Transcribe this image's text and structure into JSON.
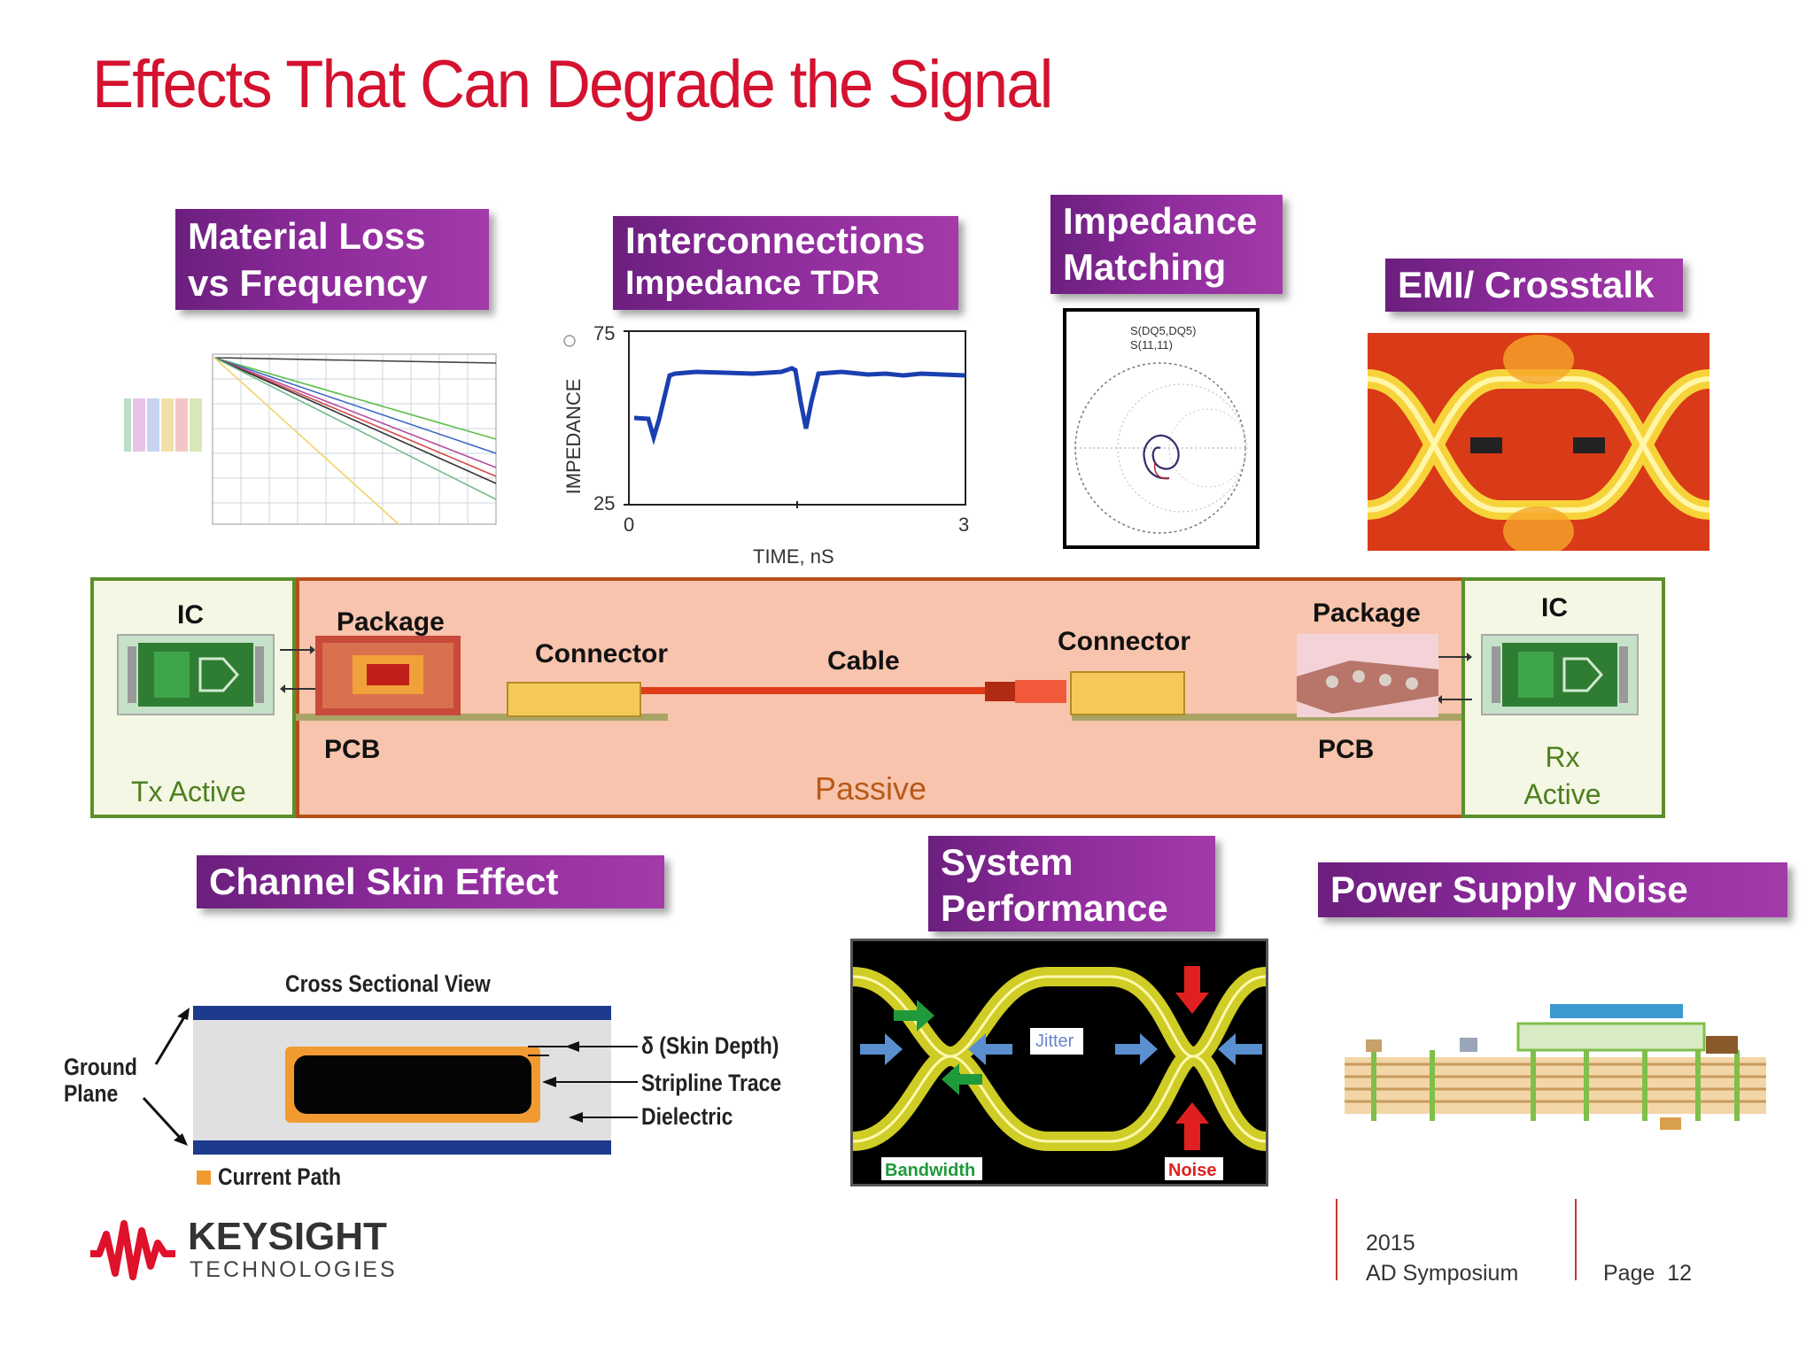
{
  "title": "Effects That Can Degrade the Signal",
  "labels": {
    "material": {
      "line1": "Material Loss",
      "line2": "vs Frequency"
    },
    "interconnect": {
      "line1": "Interconnections",
      "line2": "Impedance TDR"
    },
    "impedance": {
      "line1": "Impedance",
      "line2": "Matching"
    },
    "emi": {
      "text": "EMI/ Crosstalk"
    },
    "skin": {
      "text": "Channel Skin Effect"
    },
    "system": {
      "line1": "System",
      "line2": "Performance"
    },
    "power": {
      "text": "Power Supply Noise"
    }
  },
  "tdr_chart": {
    "ylabel": "IMPEDANCE",
    "xlabel": "TIME, nS",
    "y_ticks": [
      "75",
      "25"
    ],
    "x_ticks": [
      "0",
      "3"
    ]
  },
  "smith_chart": {
    "legend1": "S(DQ5,DQ5)",
    "legend2": "S(11,11)"
  },
  "channel": {
    "tx_ic": "IC",
    "tx_active": "Tx Active",
    "rx_ic": "IC",
    "rx_active_line1": "Rx",
    "rx_active_line2": "Active",
    "passive": "Passive",
    "package_left": "Package",
    "package_right": "Package",
    "connector_left": "Connector",
    "connector_right": "Connector",
    "cable": "Cable",
    "pcb_left": "PCB",
    "pcb_right": "PCB"
  },
  "skin_diagram": {
    "heading": "Cross Sectional View",
    "ground_line1": "Ground",
    "ground_line2": "Plane",
    "skin_depth": "δ (Skin Depth)",
    "trace": "Stripline Trace",
    "dielectric": "Dielectric",
    "current_path": "Current Path"
  },
  "eye_diagram": {
    "jitter": "Jitter",
    "bandwidth": "Bandwidth",
    "noise": "Noise"
  },
  "footer": {
    "brand": "KEYSIGHT",
    "brand_sub": "TECHNOLOGIES",
    "year": "2015",
    "event": "AD Symposium",
    "page": "Page  12"
  },
  "colors": {
    "title": "#d4122f",
    "label_purple": "#7f2a8f",
    "active_border": "#5c8f2a",
    "passive_fill": "#f8c4ad",
    "passive_border": "#b5501a"
  }
}
